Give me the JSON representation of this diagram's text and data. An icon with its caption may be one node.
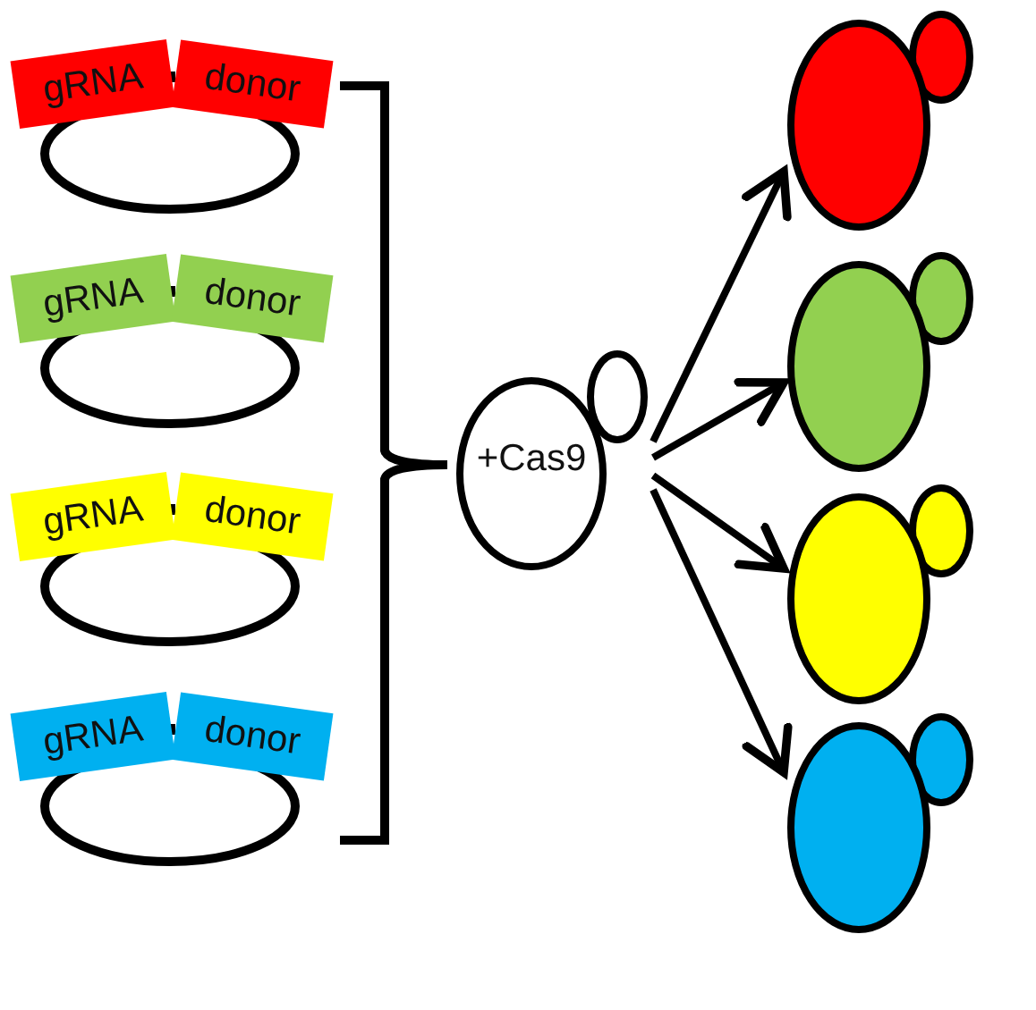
{
  "diagram": {
    "nodes": [
      {
        "text": [
          "gRNA"
        ]
      },
      {
        "text": [
          "donor"
        ]
      },
      {
        "text": [
          "gRNA"
        ]
      },
      {
        "text": [
          "donor"
        ]
      },
      {
        "text": [
          "gRNA"
        ]
      },
      {
        "text": [
          "donor"
        ]
      },
      {
        "text": [
          "gRNA"
        ]
      },
      {
        "text": [
          "donor"
        ]
      },
      {
        "text": [
          "+Cas9"
        ]
      },
      {
        "text": [],
        "shape": "circle"
      },
      {
        "text": [],
        "shape": "circle"
      },
      {
        "text": [],
        "shape": "circle"
      },
      {
        "text": [],
        "shape": "circle"
      }
    ],
    "edges": [
      {
        "from": 8,
        "to": 9,
        "arrow": "to"
      },
      {
        "from": 8,
        "to": 10,
        "arrow": "to"
      },
      {
        "from": 8,
        "to": 11,
        "arrow": "to"
      },
      {
        "from": 8,
        "to": 12,
        "arrow": "to"
      }
    ]
  }
}
